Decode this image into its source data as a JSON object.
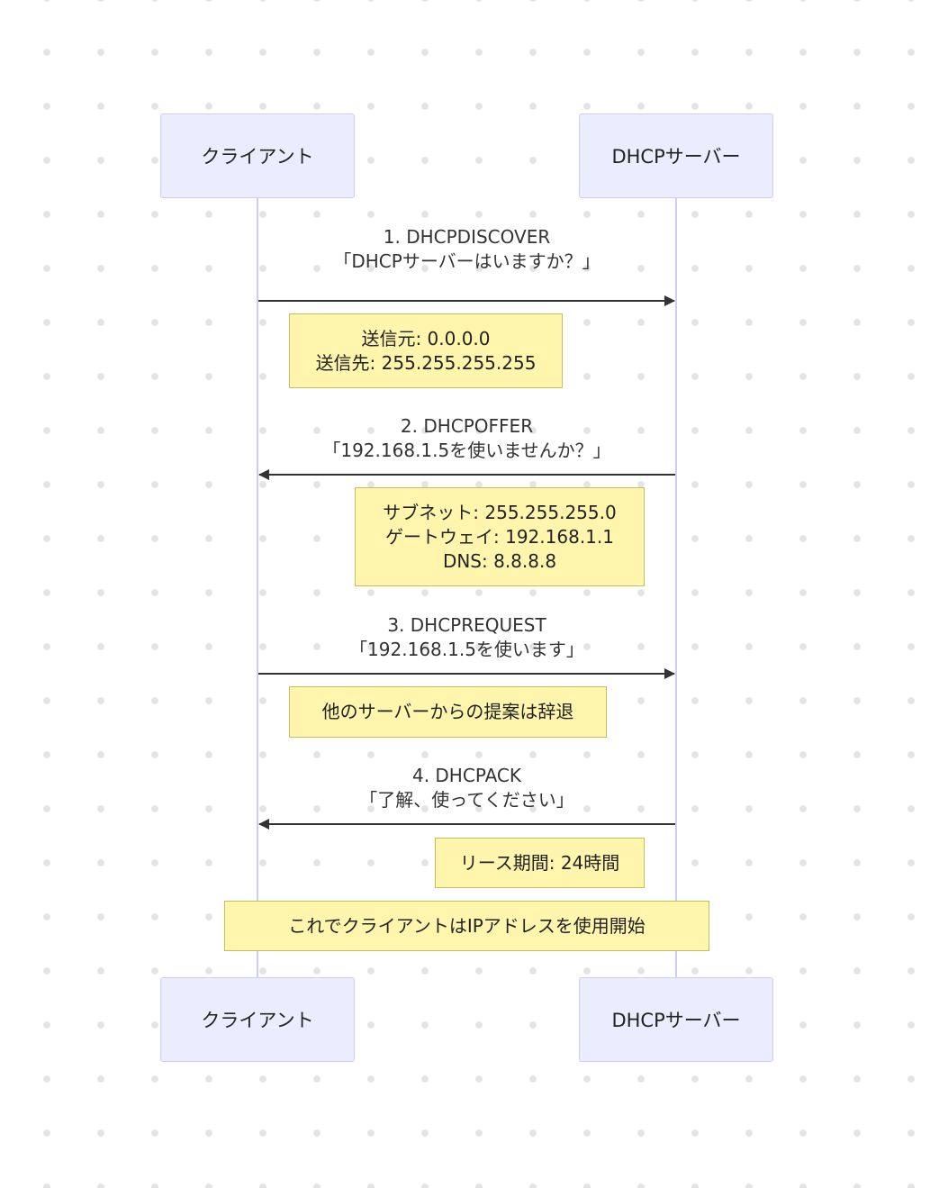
{
  "participants": {
    "client": "クライアント",
    "server": "DHCPサーバー"
  },
  "messages": [
    {
      "step": "1. DHCPDISCOVER",
      "text": "「DHCPサーバーはいますか？」"
    },
    {
      "step": "2. DHCPOFFER",
      "text": "「192.168.1.5を使いませんか？」"
    },
    {
      "step": "3. DHCPREQUEST",
      "text": "「192.168.1.5を使います」"
    },
    {
      "step": "4. DHCPACK",
      "text": "「了解、使ってください」"
    }
  ],
  "notes": {
    "discover": [
      "送信元: 0.0.0.0",
      "送信先: 255.255.255.255"
    ],
    "offer": [
      "サブネット: 255.255.255.0",
      "ゲートウェイ: 192.168.1.1",
      "DNS: 8.8.8.8"
    ],
    "request": [
      "他のサーバーからの提案は辞退"
    ],
    "ack": [
      "リース期間: 24時間"
    ],
    "final": [
      "これでクライアントはIPアドレスを使用開始"
    ]
  },
  "colors": {
    "actor_fill": "#ececff",
    "actor_border": "#cfcdf3",
    "note_fill": "#fff5ad",
    "note_border": "#c4bf5a",
    "arrow": "#333333"
  }
}
